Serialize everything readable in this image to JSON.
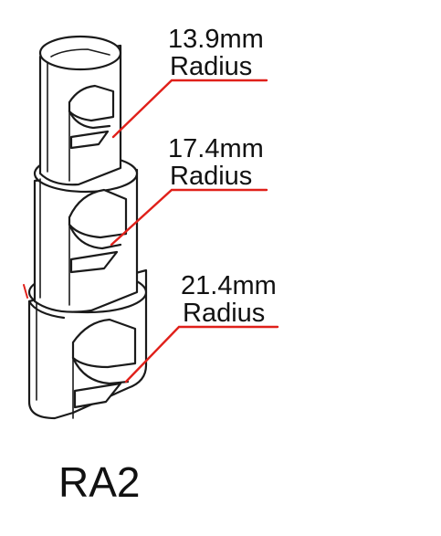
{
  "callouts": [
    {
      "value": "13.9mm",
      "unit_label": "Radius"
    },
    {
      "value": "17.4mm",
      "unit_label": "Radius"
    },
    {
      "value": "21.4mm",
      "unit_label": "Radius"
    }
  ],
  "model_name": "RA2",
  "colors": {
    "leader_line": "#e0201a",
    "outline": "#1a1a1a",
    "text": "#111111",
    "background": "#ffffff"
  }
}
